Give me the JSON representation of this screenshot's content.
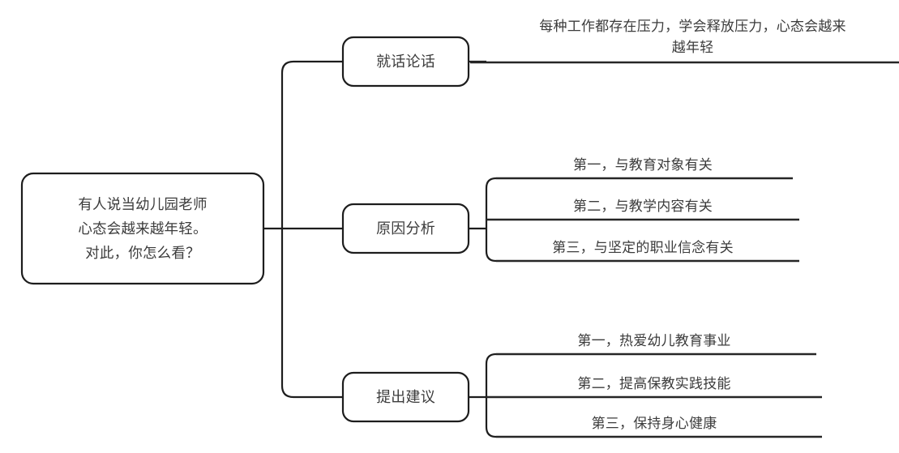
{
  "diagram": {
    "type": "mind-map",
    "title_node": {
      "text": "有人说当幼儿园老师\n心态会越来越年轻。\n对此，你怎么看？"
    },
    "branches": [
      {
        "label": "就话论话",
        "leaves": [
          {
            "text": "每种工作都存在压力，学会释放压力，心态会越来\n越年轻"
          }
        ]
      },
      {
        "label": "原因分析",
        "leaves": [
          {
            "text": "第一，与教育对象有关"
          },
          {
            "text": "第二，与教学内容有关"
          },
          {
            "text": "第三，与坚定的职业信念有关"
          }
        ]
      },
      {
        "label": "提出建议",
        "leaves": [
          {
            "text": "第一，热爱幼儿教育事业"
          },
          {
            "text": "第二，提高保教实践技能"
          },
          {
            "text": "第三，保持身心健康"
          }
        ]
      }
    ],
    "colors": {
      "stroke": "#1d1d1d",
      "text": "#3c3c3c",
      "background": "#ffffff",
      "rule": "#262626"
    }
  }
}
